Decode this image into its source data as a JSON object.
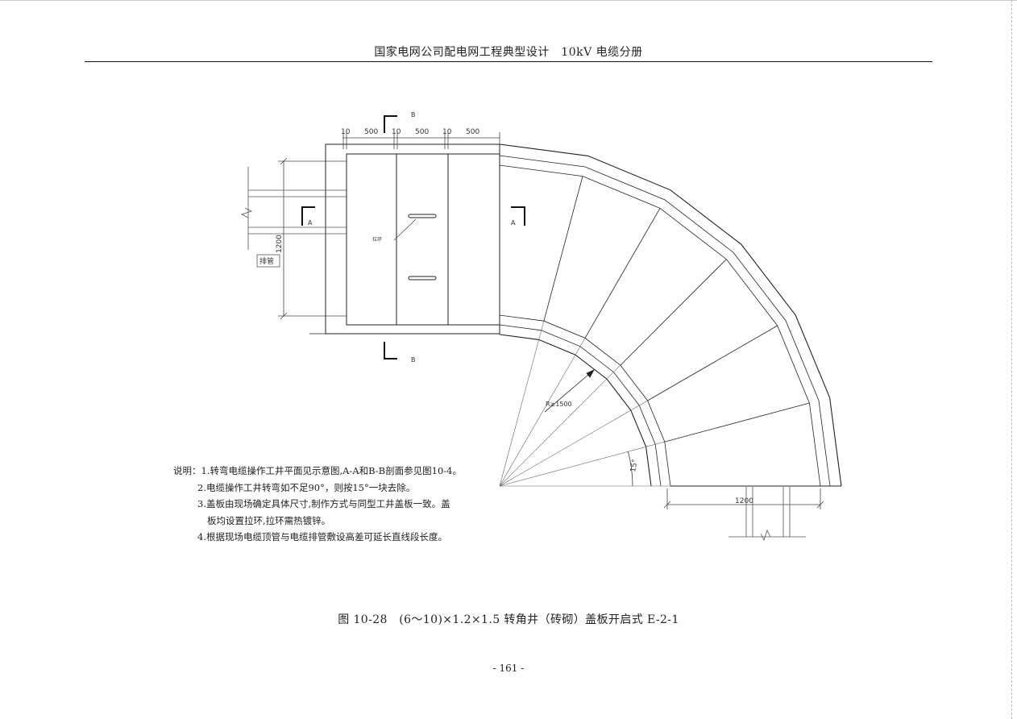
{
  "header": {
    "title": "国家电网公司配电网工程典型设计　10kV 电缆分册"
  },
  "drawing": {
    "dimensions_top": [
      "10",
      "500",
      "10",
      "500",
      "10",
      "500"
    ],
    "dim_left_height": "1200",
    "pipe_label": "排管",
    "section_a": "A",
    "section_b": "B",
    "pull_ring_label": "拉环",
    "radius_label": "R≥1500",
    "angle_label": "15°",
    "dim_bottom_width": "1200",
    "segment_angle_deg": 15,
    "segments": 6
  },
  "notes": {
    "heading": "说明：",
    "item1": "1.转弯电缆操作工井平面见示意图,A-A和B-B剖面参见图10-4。",
    "item2": "2.电缆操作工井转弯如不足90°，则按15°一块去除。",
    "item3": "3.盖板由现场确定具体尺寸,制作方式与同型工井盖板一致。盖",
    "item3_cont": "板均设置拉环,拉环需热镀锌。",
    "item4": "4.根据现场电缆顶管与电缆排管敷设高差可延长直线段长度。"
  },
  "caption": "图 10-28　(6～10)×1.2×1.5 转角井（砖砌）盖板开启式 E-2-1",
  "page_number": "- 161 -"
}
